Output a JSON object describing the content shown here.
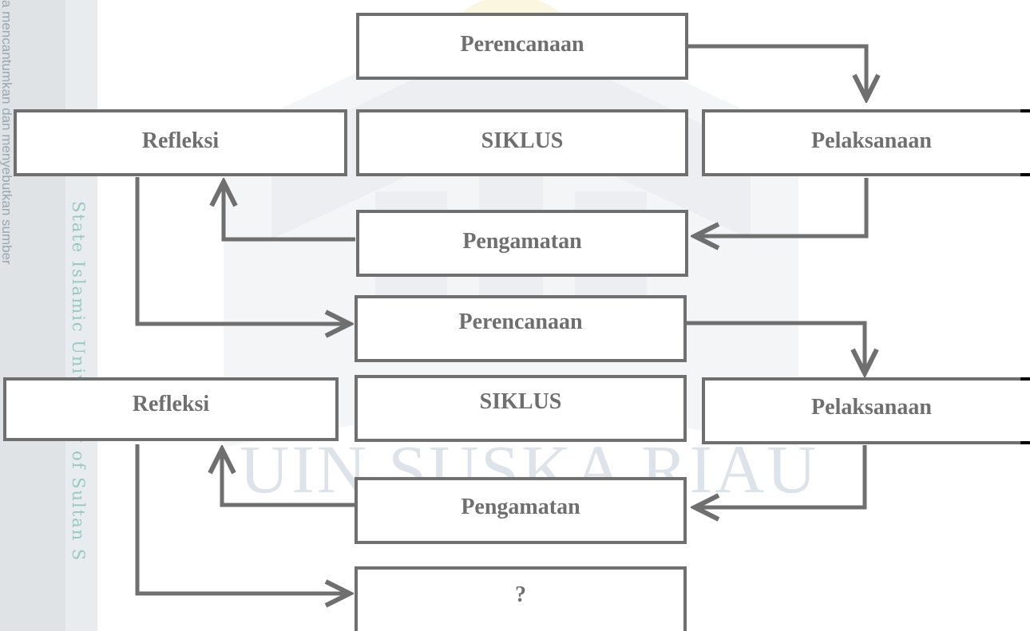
{
  "watermark": {
    "side_text": "a mencantumkan dan menyebutkan sumber",
    "institution_text": "State Islamic University of Sultan S",
    "center_text": "UIN SUSKA RIAU"
  },
  "cycle1": {
    "perencanaan": "Perencanaan",
    "pelaksanaan": "Pelaksanaan",
    "pengamatan": "Pengamatan",
    "refleksi": "Refleksi",
    "siklus": "SIKLUS"
  },
  "cycle2": {
    "perencanaan": "Perencanaan",
    "pelaksanaan": "Pelaksanaan",
    "pengamatan": "Pengamatan",
    "refleksi": "Refleksi",
    "siklus": "SIKLUS"
  },
  "next": {
    "label": "?"
  },
  "colors": {
    "box_border": "#6f6f6f",
    "arrow": "#6f6f6f",
    "text": "#6f6f6f",
    "watermark_green": "#96c9c1"
  }
}
